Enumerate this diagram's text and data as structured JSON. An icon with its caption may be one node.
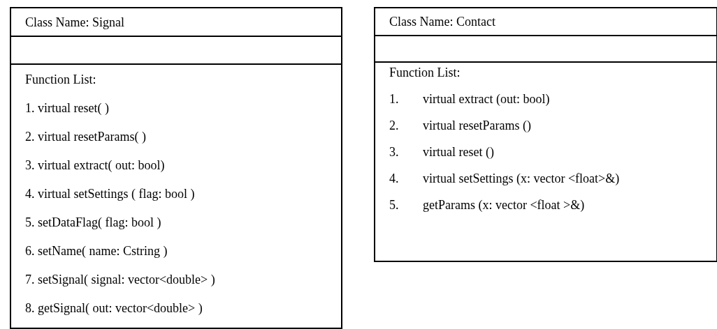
{
  "diagram": {
    "nodes": [
      {
        "text": [
          "Class Name: Signal",
          "Function List:",
          "1. virtual reset( )",
          "2. virtual resetParams( )",
          "3. virtual extract( out: bool)",
          "4. virtual setSettings ( flag: bool )",
          "5. setDataFlag( flag: bool )",
          "6. setName( name: Cstring )",
          "7. setSignal( signal: vector<double> )",
          "8. getSignal( out: vector<double> )"
        ]
      },
      {
        "text": [
          "Class Name: Contact",
          "Function List:",
          "1. virtual extract (out: bool)",
          "2. virtual resetParams ()",
          "3. virtual reset ()",
          "4. virtual setSettings (x: vector <float>&)",
          "5. getParams (x: vector <float >&)"
        ]
      }
    ]
  }
}
